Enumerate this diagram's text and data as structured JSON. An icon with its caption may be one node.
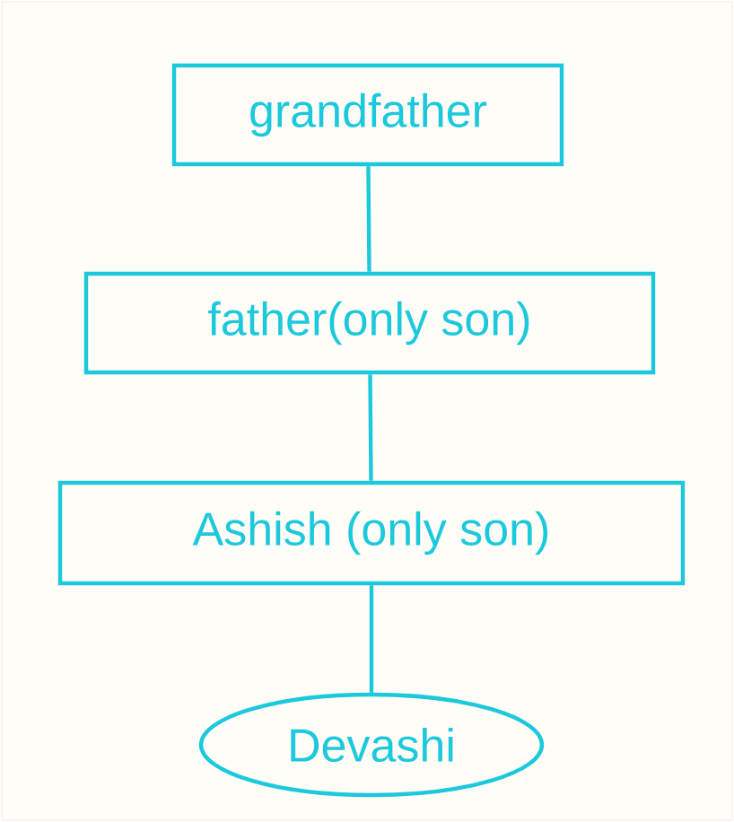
{
  "diagram": {
    "nodes": [
      {
        "text": [
          "grandfather"
        ]
      },
      {
        "text": [
          "father(only son)"
        ]
      },
      {
        "text": [
          "Ashish (only son)"
        ]
      },
      {
        "text": [
          "Devashi"
        ]
      }
    ],
    "edges": [
      {
        "from": 0,
        "to": 1,
        "arrow": "none"
      },
      {
        "from": 1,
        "to": 2,
        "arrow": "none"
      },
      {
        "from": 2,
        "to": 3,
        "arrow": "none"
      }
    ]
  }
}
